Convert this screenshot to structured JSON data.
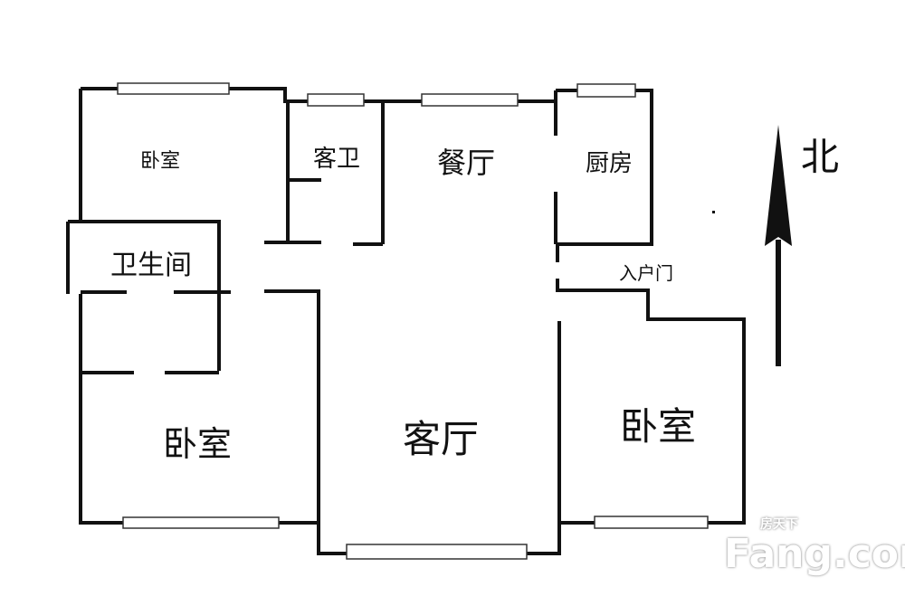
{
  "rooms": {
    "bedroom_nw": "卧室",
    "guest_bath": "客卫",
    "dining": "餐厅",
    "kitchen": "厨房",
    "bathroom": "卫生间",
    "entry_door": "入户门",
    "bedroom_sw": "卧室",
    "living": "客厅",
    "bedroom_e": "卧室"
  },
  "compass": {
    "label": "北"
  },
  "watermark": {
    "brand": "Fang.com",
    "cn": "房天下"
  }
}
